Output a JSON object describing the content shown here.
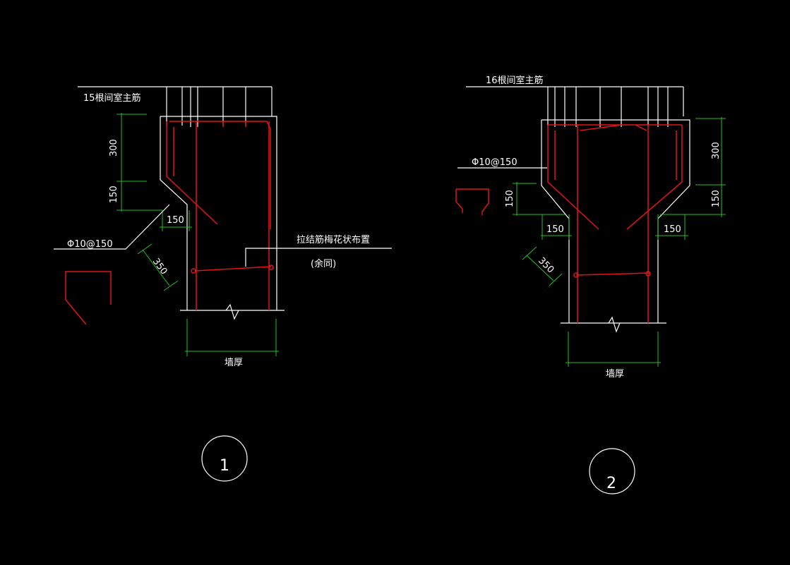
{
  "colors": {
    "background": "#000000",
    "outline": "#ffffff",
    "rebar": "#e01515",
    "dimension": "#22c022"
  },
  "detail1": {
    "main_bar_label": "15根间室主筋",
    "stirrup_label": "Φ10@150",
    "tie_label": "拉结筋梅花状布置",
    "tie_note": "(余同)",
    "dim_300": "300",
    "dim_150_vertical": "150",
    "dim_150_horizontal": "150",
    "dim_350": "350",
    "wall_thickness_label": "墙厚",
    "circle_number": "1"
  },
  "detail2": {
    "main_bar_label": "16根间室主筋",
    "stirrup_label": "Φ10@150",
    "dim_300": "300",
    "dim_150_vertical": "150",
    "dim_150_left": "150",
    "dim_150_right": "150",
    "dim_350": "350",
    "wall_thickness_label": "墙厚",
    "circle_number": "2"
  }
}
